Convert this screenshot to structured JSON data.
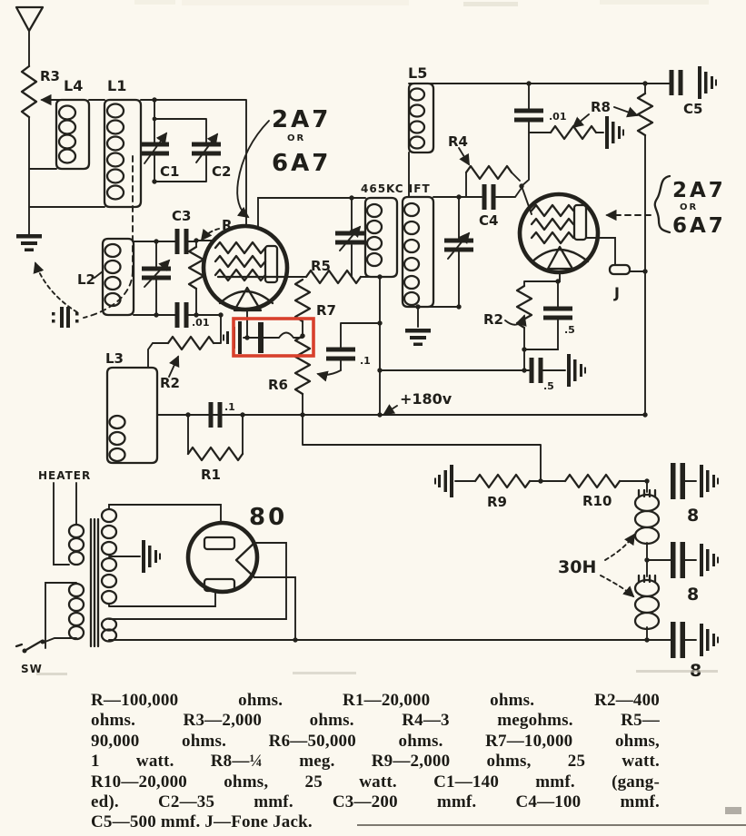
{
  "palette": {
    "paper": "#fbf8ef",
    "ink": "#23221d",
    "highlight": "#d8402c"
  },
  "labels": {
    "r3": "R3",
    "l4": "L4",
    "l1": "L1",
    "c1": "C1",
    "c2": "C2",
    "c3": "C3",
    "r": "R",
    "tube1_a": "2A7",
    "tube1_or": "OR",
    "tube1_b": "6A7",
    "l2": "L2",
    "cap01a": ".01",
    "r2a": "R2",
    "l3": "L3",
    "r5": "R5",
    "r7": "R7",
    "r6": "R6",
    "capr6": ".1",
    "plus180": "+180v",
    "ift": "465KC IFT",
    "l5": "L5",
    "cap01b": ".01",
    "r4": "R4",
    "c4": "C4",
    "r8": "R8",
    "c5": "C5",
    "tube2_a": "2A7",
    "tube2_or": "OR",
    "tube2_b": "6A7",
    "r2b": "R2",
    "cap5a": ".5",
    "cap5b": ".5",
    "j": "J",
    "r1": "R1",
    "capr1": ".1",
    "heater": "HEATER",
    "sw": "SW",
    "tube80": "80",
    "r9": "R9",
    "r10": "R10",
    "choke": "30H",
    "cap8a": "8",
    "cap8b": "8",
    "cap8c": "8"
  },
  "caption": {
    "lines": [
      "R—100,000 ohms. R1—20,000 ohms. R2—400",
      "ohms. R3—2,000 ohms. R4—3 megohms. R5—",
      "90,000 ohms. R6—50,000 ohms. R7—10,000 ohms,",
      "1 watt. R8—¼ meg. R9—2,000 ohms, 25 watt.",
      "R10—20,000 ohms, 25 watt. C1—140 mmf. (gang-",
      "ed). C2—35 mmf. C3—200 mmf. C4—100 mmf.",
      "C5—500 mmf. J—Fone Jack."
    ]
  }
}
